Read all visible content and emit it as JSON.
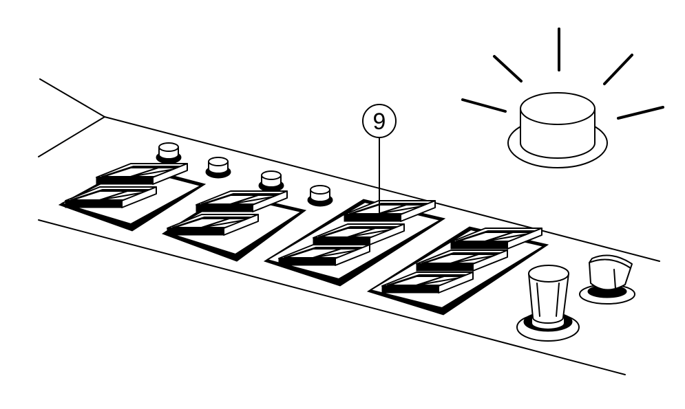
{
  "callout": {
    "label": "9"
  },
  "components": {
    "indicator_lamp": "illuminated-lamp-icon",
    "switch_banks": [
      "rocker-switch-bank-1",
      "rocker-switch-bank-2",
      "rocker-switch-bank-3",
      "rocker-switch-bank-4"
    ],
    "small_buttons": [
      "small-button-1",
      "small-button-2",
      "small-button-3",
      "small-button-4"
    ],
    "knob": "rotary-knob-icon",
    "square_button": "square-pushbutton-icon"
  },
  "colors": {
    "line": "#000000",
    "background": "#ffffff"
  }
}
